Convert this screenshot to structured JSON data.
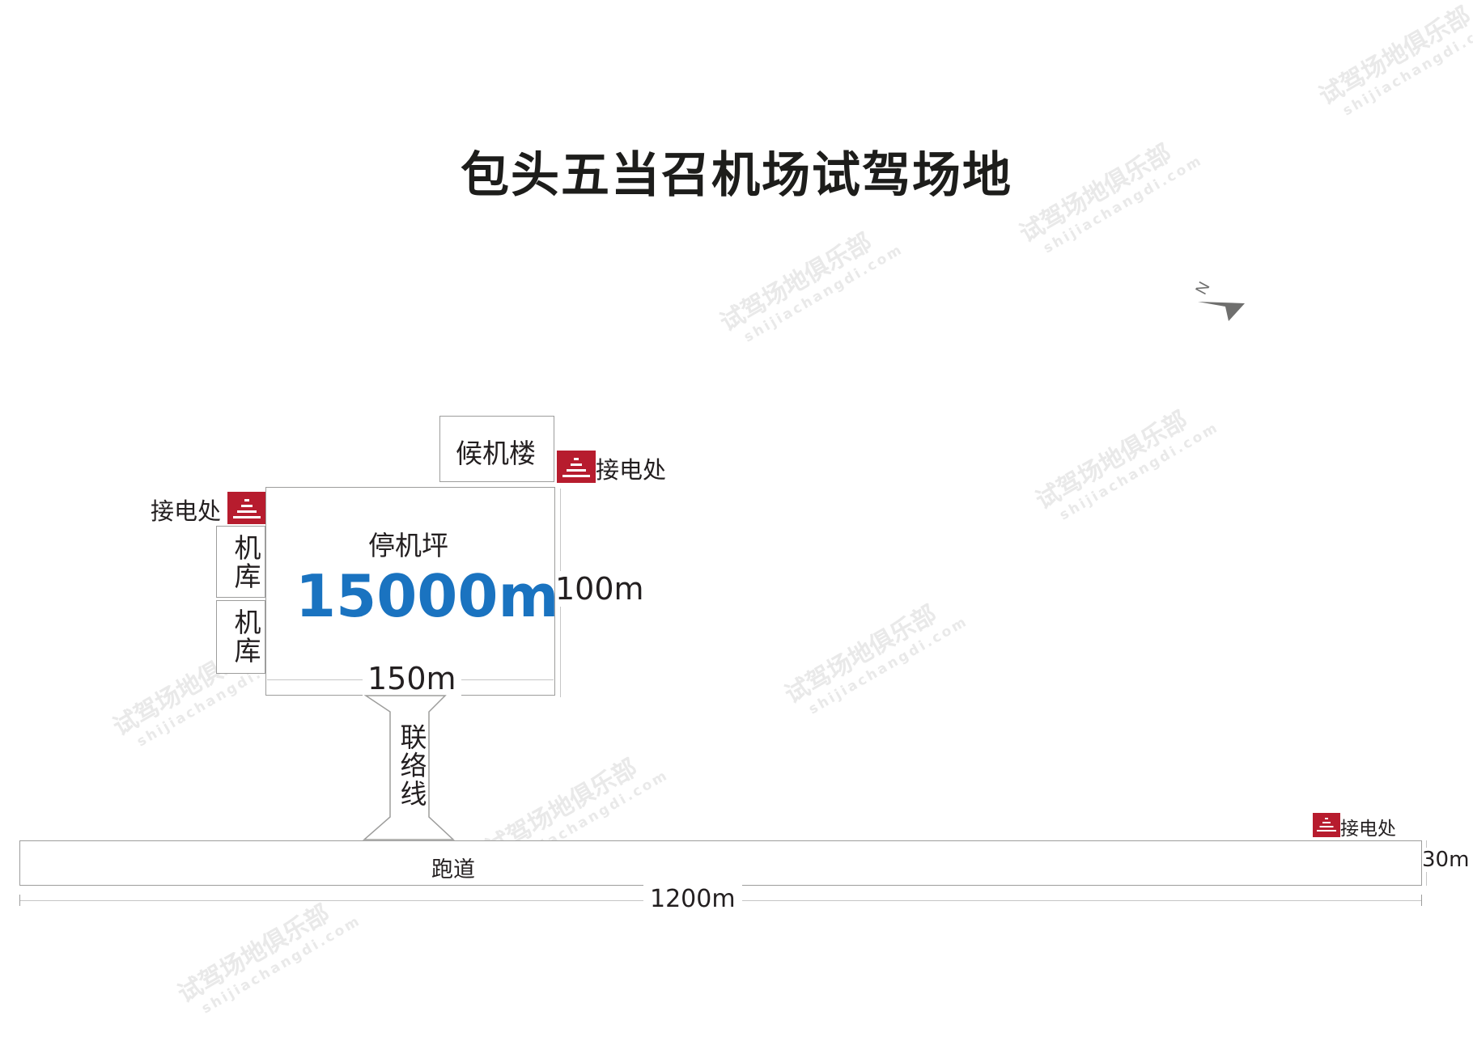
{
  "title": "包头五当召机场试驾场地",
  "facilities": {
    "terminal": "候机楼",
    "apron_name": "停机坪",
    "apron_area": "15000m²",
    "hangar_1": "机库",
    "hangar_2": "机库",
    "connector": "联络线",
    "runway": "跑道",
    "power_1": "接电处",
    "power_2": "接电处",
    "power_3": "接电处"
  },
  "dimensions": {
    "apron_width": "150m",
    "apron_height": "100m",
    "runway_length": "1200m",
    "runway_width": "30m"
  },
  "compass": {
    "north_label": "N"
  },
  "watermark": {
    "brand": "试驾场地俱乐部",
    "url": "shijiachangdi.com",
    "logo_left": "试",
    "logo_right": "俱"
  },
  "colors": {
    "power_icon": "#b71c2e",
    "area_text": "#1a73c0",
    "outline": "#9d9d9c"
  }
}
